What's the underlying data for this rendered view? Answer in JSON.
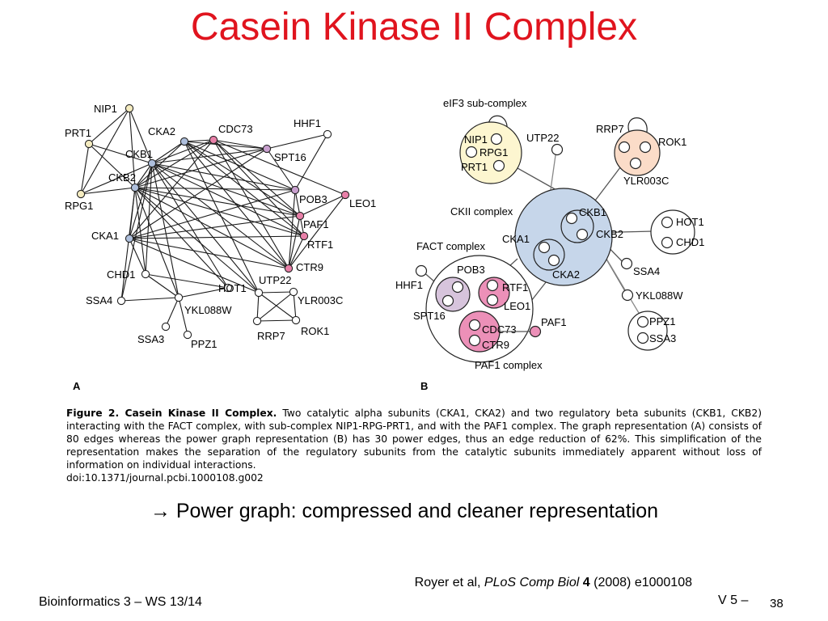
{
  "slide": {
    "title": "Casein Kinase II Complex",
    "tagline": "→ Power graph:  compressed and cleaner representation",
    "reference": {
      "prefix": "Royer et al, ",
      "journal": "PLoS Comp Biol",
      "volume": "4",
      "suffix": " (2008) e1000108"
    },
    "footer_left": "Bioinformatics 3 – WS 13/14",
    "footer_right": "V 5  –",
    "page_number": "38"
  },
  "figure": {
    "panel_a_label": "A",
    "panel_b_label": "B",
    "caption_bold": "Figure 2. Casein Kinase II Complex.",
    "caption_text": " Two catalytic alpha subunits (CKA1, CKA2) and two regulatory beta subunits (CKB1, CKB2) interacting with the FACT complex, with sub-complex NIP1-RPG-PRT1, and with the PAF1 complex. The graph representation (A) consists of 80 edges whereas the power graph representation (B) has 30 power edges, thus an edge reduction of 62%. This simplification of the representation makes the separation of the regulatory subunits from the catalytic subunits immediately apparent without loss of information on individual interactions.",
    "doi": "doi:10.1371/journal.pcbi.1000108.g002"
  },
  "colors": {
    "title": "#e0141e",
    "node_yellow": "#f5ecc0",
    "node_blue": "#aebfdc",
    "node_purple": "#c9a0cf",
    "node_pink": "#e880a8",
    "ckii_fill": "#c6d6ea",
    "eif3_fill": "#fdf6d0",
    "rrp_fill": "#fbdcc8",
    "pob3_fill": "#d7c4dc",
    "paf_fill": "#ec90b8"
  },
  "graph_a": {
    "nodes": [
      {
        "id": "NIP1",
        "label": "NIP1",
        "color": "yellow"
      },
      {
        "id": "PRT1",
        "label": "PRT1",
        "color": "yellow"
      },
      {
        "id": "RPG1",
        "label": "RPG1",
        "color": "yellow"
      },
      {
        "id": "CKA2",
        "label": "CKA2",
        "color": "blue"
      },
      {
        "id": "CKB1",
        "label": "CKB1",
        "color": "blue"
      },
      {
        "id": "CKB2",
        "label": "CKB2",
        "color": "blue"
      },
      {
        "id": "CKA1",
        "label": "CKA1",
        "color": "blue"
      },
      {
        "id": "CDC73",
        "label": "CDC73",
        "color": "pink"
      },
      {
        "id": "HHF1",
        "label": "HHF1",
        "color": "white"
      },
      {
        "id": "SPT16",
        "label": "SPT16",
        "color": "purple"
      },
      {
        "id": "POB3",
        "label": "POB3",
        "color": "purple"
      },
      {
        "id": "LEO1",
        "label": "LEO1",
        "color": "pink"
      },
      {
        "id": "PAF1",
        "label": "PAF1",
        "color": "pink"
      },
      {
        "id": "RTF1",
        "label": "RTF1",
        "color": "pink"
      },
      {
        "id": "CTR9",
        "label": "CTR9",
        "color": "pink"
      },
      {
        "id": "CHD1",
        "label": "CHD1",
        "color": "white"
      },
      {
        "id": "HOT1",
        "label": "HOT1",
        "color": "white"
      },
      {
        "id": "UTP22",
        "label": "UTP22",
        "color": "white"
      },
      {
        "id": "SSA4",
        "label": "SSA4",
        "color": "white"
      },
      {
        "id": "YKL088W",
        "label": "YKL088W",
        "color": "white"
      },
      {
        "id": "YLR003C",
        "label": "YLR003C",
        "color": "white"
      },
      {
        "id": "SSA3",
        "label": "SSA3",
        "color": "white"
      },
      {
        "id": "PPZ1",
        "label": "PPZ1",
        "color": "white"
      },
      {
        "id": "RRP7",
        "label": "RRP7",
        "color": "white"
      },
      {
        "id": "ROK1",
        "label": "ROK1",
        "color": "white"
      }
    ]
  },
  "graph_b": {
    "labels": {
      "eif3": "eIF3 sub-complex",
      "ckii": "CKII complex",
      "fact": "FACT complex",
      "paf1c": "PAF1 complex"
    },
    "nodes": [
      "NIP1",
      "RPG1",
      "PRT1",
      "UTP22",
      "RRP7",
      "ROK1",
      "YLR003C",
      "CKB1",
      "CKB2",
      "CKA1",
      "CKA2",
      "HOT1",
      "CHD1",
      "SSA4",
      "YKL088W",
      "PPZ1",
      "SSA3",
      "HHF1",
      "POB3",
      "SPT16",
      "RTF1",
      "LEO1",
      "CDC73",
      "CTR9",
      "PAF1"
    ]
  }
}
